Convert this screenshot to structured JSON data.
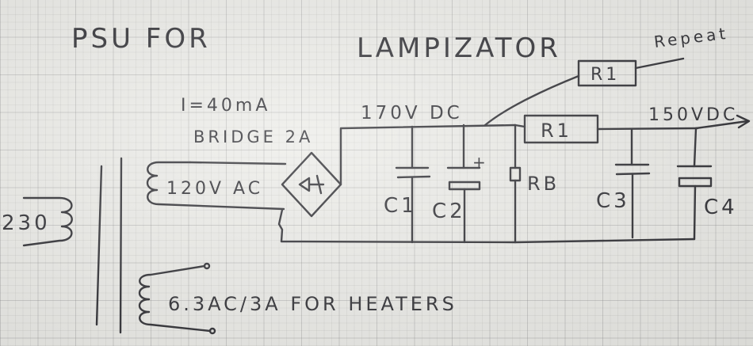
{
  "title": {
    "line1": "PSU FOR",
    "line2": "LAMPIZATOR"
  },
  "colors": {
    "ink": "#2b2b30",
    "paper": "#ecece8",
    "grid": "#b8b8b4"
  },
  "labels": {
    "current": "I=40mA",
    "bridge": "BRIDGE 2A",
    "secondary_hv": "120V AC",
    "primary": "230",
    "heater_winding": "6.3AC/3A FOR HEATERS",
    "v_after_bridge": "170V DC",
    "v_output": "150VDC",
    "repeat_note": "Repeat",
    "plus_sign": "+"
  },
  "components": {
    "c1": "C1",
    "c2": "C2",
    "rb": "RB",
    "r1_main": "R1",
    "r1_repeat": "R1",
    "c3": "C3",
    "c4": "C4"
  }
}
